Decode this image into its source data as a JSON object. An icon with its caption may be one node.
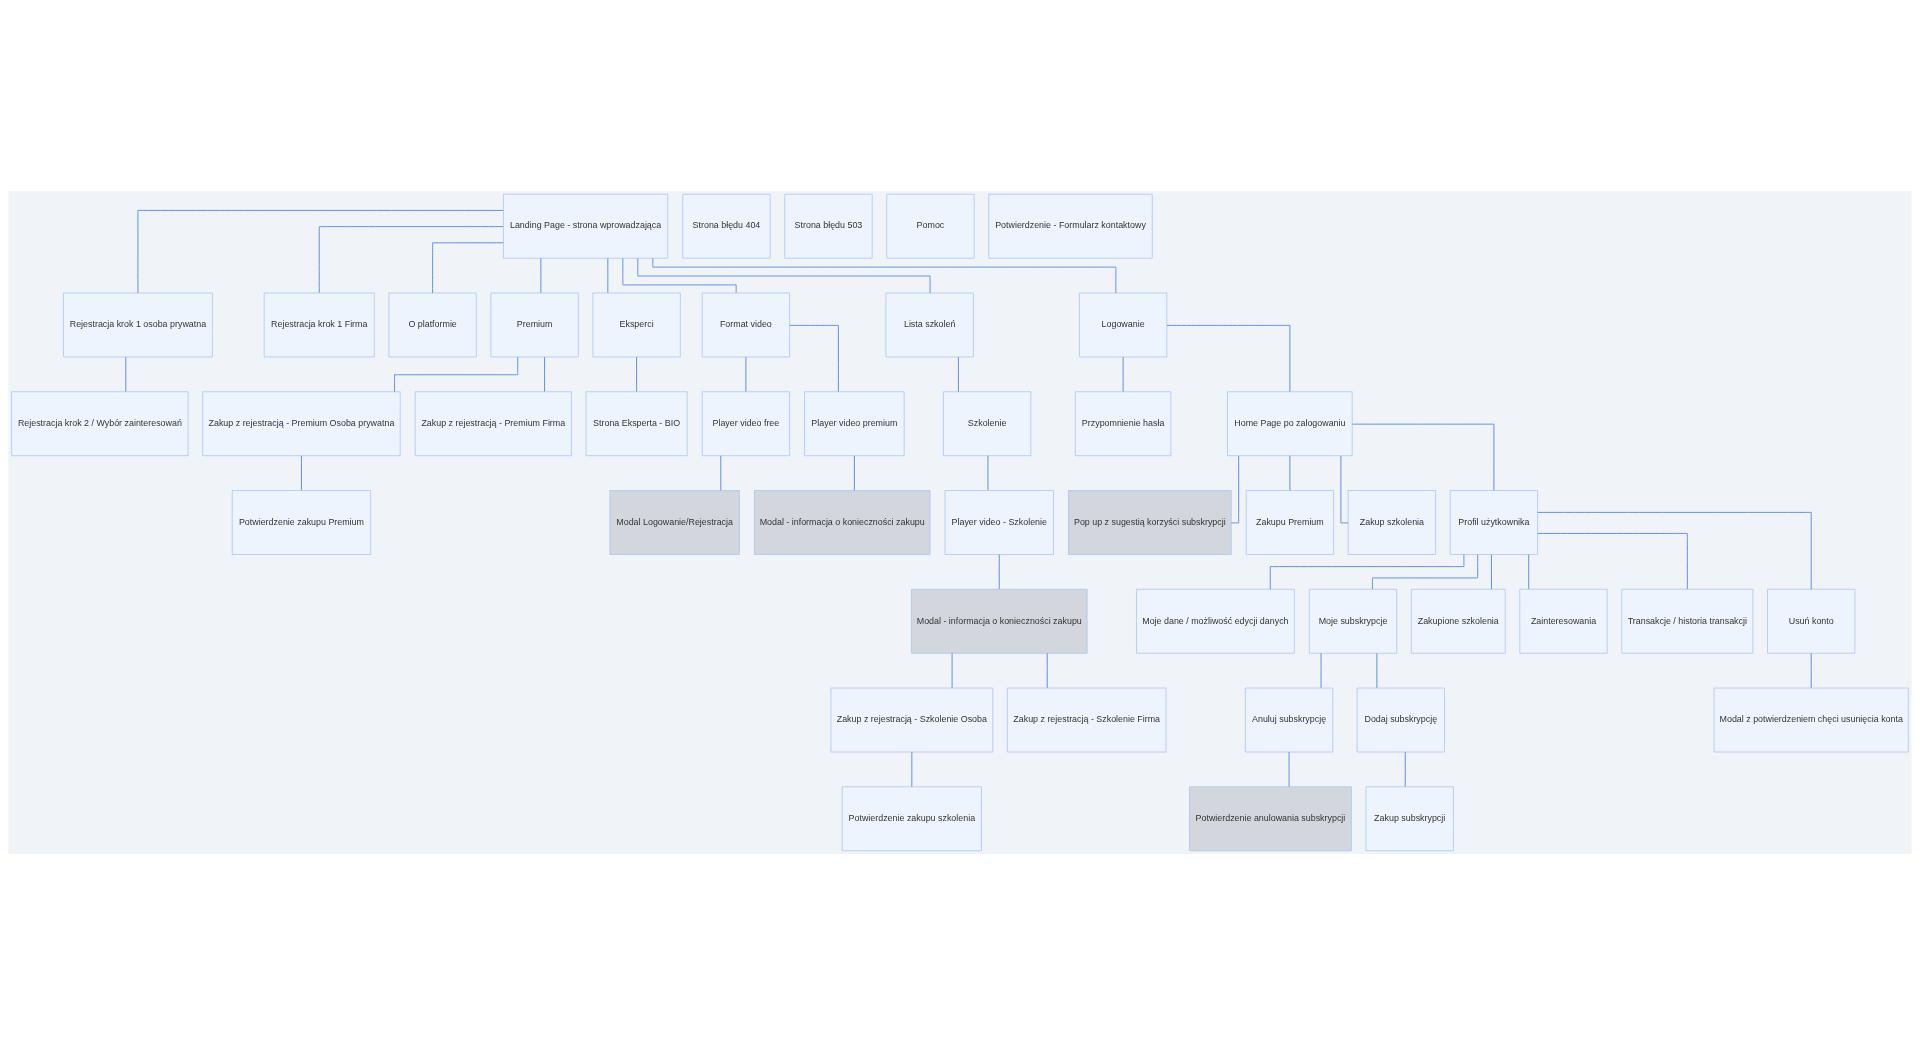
{
  "diagram": {
    "nodes": [
      {
        "text": [
          "Landing Page - strona wprowadzająca"
        ]
      },
      {
        "text": [
          "Strona błędu 404"
        ]
      },
      {
        "text": [
          "Strona błędu 503"
        ]
      },
      {
        "text": [
          "Pomoc"
        ]
      },
      {
        "text": [
          "Potwierdzenie - Formularz kontaktowy"
        ]
      },
      {
        "text": [
          "Rejestracja krok 1 osoba prywatna"
        ]
      },
      {
        "text": [
          "Rejestracja krok 1 Firma"
        ]
      },
      {
        "text": [
          "O platformie"
        ]
      },
      {
        "text": [
          "Premium"
        ]
      },
      {
        "text": [
          "Eksperci"
        ]
      },
      {
        "text": [
          "Format video"
        ]
      },
      {
        "text": [
          "Lista szkoleń"
        ]
      },
      {
        "text": [
          "Logowanie"
        ]
      },
      {
        "text": [
          "Przypomnienie hasła"
        ]
      },
      {
        "text": [
          "Rejestracja krok 2 / Wybór zainteresowań"
        ]
      },
      {
        "text": [
          "Zakup z rejestracją - Premium Osoba prywatna"
        ]
      },
      {
        "text": [
          "Zakup z rejestracją - Premium Firma"
        ]
      },
      {
        "text": [
          "Strona Eksperta - BIO"
        ]
      },
      {
        "text": [
          "Player video free"
        ]
      },
      {
        "text": [
          "Player video premium"
        ]
      },
      {
        "text": [
          "Szkolenie"
        ]
      },
      {
        "text": [
          "Home Page po zalogowaniu"
        ]
      },
      {
        "text": [
          "Potwierdzenie zakupu Premium"
        ]
      },
      {
        "text": [
          "Modal Logowanie/Rejestracja"
        ]
      },
      {
        "text": [
          "Modal - informacja o konieczności zakupu"
        ]
      },
      {
        "text": [
          "Player video - Szkolenie"
        ]
      },
      {
        "text": [
          "Pop up z sugestią korzyści subskrypcji"
        ]
      },
      {
        "text": [
          "Zakupu Premium"
        ]
      },
      {
        "text": [
          "Zakup szkolenia"
        ]
      },
      {
        "text": [
          "Profil użytkownika"
        ]
      },
      {
        "text": [
          "Modal - informacja o konieczności zakupu"
        ]
      },
      {
        "text": [
          "Moje dane / możliwość edycji danych"
        ]
      },
      {
        "text": [
          "Moje subskrypcje"
        ]
      },
      {
        "text": [
          "Zakupione szkolenia"
        ]
      },
      {
        "text": [
          "Zainteresowania"
        ]
      },
      {
        "text": [
          "Transakcje / historia transakcji"
        ]
      },
      {
        "text": [
          "Usuń konto"
        ]
      },
      {
        "text": [
          "Zakup z rejestracją - Szkolenie Osoba"
        ]
      },
      {
        "text": [
          "Zakup z rejestracją - Szkolenie Firma"
        ]
      },
      {
        "text": [
          "Anuluj subskrypcję"
        ]
      },
      {
        "text": [
          "Dodaj subskrypcję"
        ]
      },
      {
        "text": [
          "Modal z potwierdzeniem chęci usunięcia konta"
        ]
      },
      {
        "text": [
          "Potwierdzenie zakupu szkolenia"
        ]
      },
      {
        "text": [
          "Potwierdzenie anulowania subskrypcji"
        ]
      },
      {
        "text": [
          "Zakup subskrypcji"
        ]
      }
    ],
    "edges": [
      {
        "from": 0,
        "to": 7,
        "arrow": "none"
      },
      {
        "from": 0,
        "to": 8,
        "arrow": "none"
      },
      {
        "from": 0,
        "to": 9,
        "arrow": "none"
      },
      {
        "from": 0,
        "to": 10,
        "arrow": "none"
      },
      {
        "from": 0,
        "to": 11,
        "arrow": "none"
      },
      {
        "from": 0,
        "to": 12,
        "arrow": "none"
      },
      {
        "from": 0,
        "to": 5,
        "arrow": "none"
      },
      {
        "from": 0,
        "to": 6,
        "arrow": "none"
      },
      {
        "from": 8,
        "to": 15,
        "arrow": "none"
      },
      {
        "from": 8,
        "to": 16,
        "arrow": "none"
      },
      {
        "from": 15,
        "to": 22,
        "arrow": "none"
      },
      {
        "from": 9,
        "to": 17,
        "arrow": "none"
      },
      {
        "from": 10,
        "to": 18,
        "arrow": "none"
      },
      {
        "from": 10,
        "to": 19,
        "arrow": "none"
      },
      {
        "from": 18,
        "to": 23,
        "arrow": "none"
      },
      {
        "from": 19,
        "to": 24,
        "arrow": "none"
      },
      {
        "from": 11,
        "to": 20,
        "arrow": "none"
      },
      {
        "from": 20,
        "to": 25,
        "arrow": "none"
      },
      {
        "from": 25,
        "to": 30,
        "arrow": "none"
      },
      {
        "from": 30,
        "to": 37,
        "arrow": "none"
      },
      {
        "from": 30,
        "to": 38,
        "arrow": "none"
      },
      {
        "from": 37,
        "to": 42,
        "arrow": "none"
      },
      {
        "from": 12,
        "to": 21,
        "arrow": "none"
      },
      {
        "from": 12,
        "to": 13,
        "arrow": "none"
      },
      {
        "from": 5,
        "to": 14,
        "arrow": "none"
      },
      {
        "from": 21,
        "to": 26,
        "arrow": "none"
      },
      {
        "from": 21,
        "to": 27,
        "arrow": "none"
      },
      {
        "from": 21,
        "to": 28,
        "arrow": "none"
      },
      {
        "from": 21,
        "to": 29,
        "arrow": "none"
      },
      {
        "from": 29,
        "to": 31,
        "arrow": "none"
      },
      {
        "from": 29,
        "to": 32,
        "arrow": "none"
      },
      {
        "from": 29,
        "to": 33,
        "arrow": "none"
      },
      {
        "from": 29,
        "to": 34,
        "arrow": "none"
      },
      {
        "from": 29,
        "to": 35,
        "arrow": "none"
      },
      {
        "from": 29,
        "to": 36,
        "arrow": "none"
      },
      {
        "from": 32,
        "to": 39,
        "arrow": "none"
      },
      {
        "from": 32,
        "to": 40,
        "arrow": "none"
      },
      {
        "from": 39,
        "to": 43,
        "arrow": "none"
      },
      {
        "from": 40,
        "to": 44,
        "arrow": "none"
      },
      {
        "from": 36,
        "to": 41,
        "arrow": "none"
      }
    ]
  }
}
